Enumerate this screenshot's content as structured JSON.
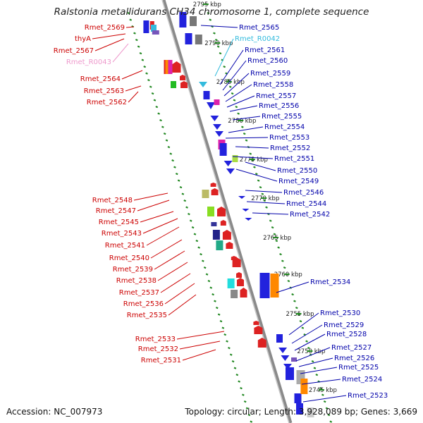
{
  "title": "Ralstonia metallidurans CH34 chromosome 1, complete sequence",
  "accession": "Accession: NC_007973",
  "summary": "Topology: circular; Length: 3,928,089 bp; Genes: 3,669",
  "colors": {
    "reverse_label": "#cc0000",
    "forward_label": "#0000aa",
    "rna_forward": "#33bbdd",
    "rna_reverse": "#ee99cc",
    "backbone": "#8a8a8a",
    "ruler": "#228822"
  },
  "ruler_labels": [
    "2795 kbp",
    "2790 kbp",
    "2785 kbp",
    "2780 kbp",
    "2775 kbp",
    "2770 kbp",
    "2765 kbp",
    "2760 kbp",
    "2755 kbp",
    "2750 kbp",
    "2745 kbp"
  ],
  "right_labels": [
    {
      "text": "Rmet_2565",
      "rna": false
    },
    {
      "text": "Rmet_R0042",
      "rna": true
    },
    {
      "text": "Rmet_2561",
      "rna": false
    },
    {
      "text": "Rmet_2560",
      "rna": false
    },
    {
      "text": "Rmet_2559",
      "rna": false
    },
    {
      "text": "Rmet_2558",
      "rna": false
    },
    {
      "text": "Rmet_2557",
      "rna": false
    },
    {
      "text": "Rmet_2556",
      "rna": false
    },
    {
      "text": "Rmet_2555",
      "rna": false
    },
    {
      "text": "Rmet_2554",
      "rna": false
    },
    {
      "text": "Rmet_2553",
      "rna": false
    },
    {
      "text": "Rmet_2552",
      "rna": false
    },
    {
      "text": "Rmet_2551",
      "rna": false
    },
    {
      "text": "Rmet_2550",
      "rna": false
    },
    {
      "text": "Rmet_2549",
      "rna": false
    },
    {
      "text": "Rmet_2546",
      "rna": false
    },
    {
      "text": "Rmet_2544",
      "rna": false
    },
    {
      "text": "Rmet_2542",
      "rna": false
    },
    {
      "text": "Rmet_2534",
      "rna": false
    },
    {
      "text": "Rmet_2530",
      "rna": false
    },
    {
      "text": "Rmet_2529",
      "rna": false
    },
    {
      "text": "Rmet_2528",
      "rna": false
    },
    {
      "text": "Rmet_2527",
      "rna": false
    },
    {
      "text": "Rmet_2526",
      "rna": false
    },
    {
      "text": "Rmet_2525",
      "rna": false
    },
    {
      "text": "Rmet_2524",
      "rna": false
    },
    {
      "text": "Rmet_2523",
      "rna": false
    }
  ],
  "left_labels": [
    {
      "text": "Rmet_2569",
      "rna": false
    },
    {
      "text": "thyA",
      "rna": false
    },
    {
      "text": "Rmet_2567",
      "rna": false
    },
    {
      "text": "Rmet_R0043",
      "rna": true
    },
    {
      "text": "Rmet_2564",
      "rna": false
    },
    {
      "text": "Rmet_2563",
      "rna": false
    },
    {
      "text": "Rmet_2562",
      "rna": false
    },
    {
      "text": "Rmet_2548",
      "rna": false
    },
    {
      "text": "Rmet_2547",
      "rna": false
    },
    {
      "text": "Rmet_2545",
      "rna": false
    },
    {
      "text": "Rmet_2543",
      "rna": false
    },
    {
      "text": "Rmet_2541",
      "rna": false
    },
    {
      "text": "Rmet_2540",
      "rna": false
    },
    {
      "text": "Rmet_2539",
      "rna": false
    },
    {
      "text": "Rmet_2538",
      "rna": false
    },
    {
      "text": "Rmet_2537",
      "rna": false
    },
    {
      "text": "Rmet_2536",
      "rna": false
    },
    {
      "text": "Rmet_2535",
      "rna": false
    },
    {
      "text": "Rmet_2533",
      "rna": false
    },
    {
      "text": "Rmet_2532",
      "rna": false
    },
    {
      "text": "Rmet_2531",
      "rna": false
    }
  ]
}
